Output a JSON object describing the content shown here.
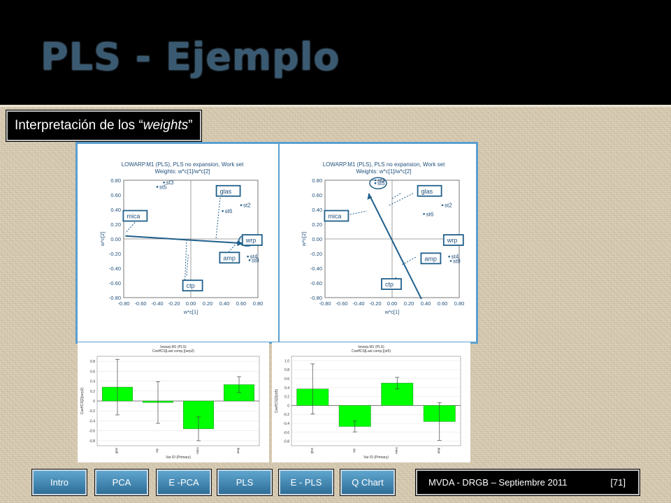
{
  "slide": {
    "title": "PLS - Ejemplo",
    "subtitle_prefix": "Interpretación de los “",
    "subtitle_emphasis": "weights",
    "subtitle_suffix": "”"
  },
  "colors": {
    "title_band": "#000000",
    "title_text": "#3a5a72",
    "nav_button": "#4a90bf",
    "plot_panel_border": "#5b9fd0",
    "plot_arrow": "#1f5f8a",
    "bar_fill": "#00ff00"
  },
  "scores_plots": {
    "left": {
      "title_line1": "LOWARP.M1 (PLS), PLS no expansion, Work set",
      "title_line2": "Weights: w*c[1]/w*c[2]",
      "xlabel": "w*c[1]",
      "ylabel": "w*c[2]",
      "x_ticks": [
        "-0.80",
        "-0.60",
        "-0.40",
        "-0.20",
        "0.00",
        "0.20",
        "0.40",
        "0.60",
        "0.80"
      ],
      "y_ticks": [
        "0.80",
        "0.60",
        "0.40",
        "0.20",
        "0.00",
        "-0.20",
        "-0.40",
        "-0.60",
        "-0.80"
      ],
      "boxed_labels": [
        "mica",
        "glas",
        "ctp",
        "amp",
        "wrp"
      ],
      "point_labels": [
        "st3",
        "st5",
        "st2",
        "st6",
        "st4",
        "st8"
      ]
    },
    "right": {
      "title_line1": "LOWARP.M1 (PLS), PLS no expansion, Work set",
      "title_line2": "Weights: w*c[1]/w*c[2]",
      "xlabel": "w*c[1]",
      "ylabel": "w*c[2]",
      "x_ticks": [
        "-0.80",
        "-0.60",
        "-0.40",
        "-0.20",
        "0.00",
        "0.20",
        "0.40",
        "0.60",
        "0.80"
      ],
      "y_ticks": [
        "0.80",
        "0.60",
        "0.40",
        "0.20",
        "0.00",
        "-0.20",
        "-0.40",
        "-0.60",
        "-0.80"
      ],
      "boxed_labels": [
        "mica",
        "glas",
        "ctp",
        "amp",
        "wrp"
      ],
      "point_labels": [
        "st3",
        "st5",
        "st2",
        "st6",
        "st4",
        "st8"
      ]
    }
  },
  "chart_data": [
    {
      "type": "bar",
      "title": "lowarp.M1 (PLS)",
      "subtitle": "CoeffCS[Last comp.](wrp2)",
      "xlabel": "Var ID (Primary)",
      "ylabel": "CoeffCS[2](wrp2)",
      "categories": [
        "glas",
        "ctp",
        "mica",
        "amp"
      ],
      "values": [
        0.28,
        -0.03,
        -0.56,
        0.33
      ],
      "errors": [
        0.56,
        0.42,
        0.24,
        0.16
      ],
      "ylim": [
        -0.9,
        0.9
      ],
      "y_ticks": [
        "0.8",
        "0.6",
        "0.4",
        "0.2",
        "0",
        "-0.2",
        "-0.4",
        "-0.6",
        "-0.8"
      ]
    },
    {
      "type": "bar",
      "title": "lowarp.M1 (PLS)",
      "subtitle": "CoeffCS[Last comp.](st5)",
      "xlabel": "Var ID (Primary)",
      "ylabel": "CoeffCS[2](st5)",
      "categories": [
        "glas",
        "ctp",
        "mica",
        "amp"
      ],
      "values": [
        0.37,
        -0.47,
        0.5,
        -0.36
      ],
      "errors": [
        0.56,
        0.12,
        0.13,
        0.42
      ],
      "ylim": [
        -0.9,
        1.1
      ],
      "y_ticks": [
        "1.0",
        "0.8",
        "0.6",
        "0.4",
        "0.2",
        "0",
        "-0.2",
        "-0.4",
        "-0.6",
        "-0.8"
      ]
    }
  ],
  "nav": {
    "intro": "Intro",
    "pca": "PCA",
    "e_pca": "E -PCA",
    "pls": "PLS",
    "e_pls": "E - PLS",
    "q_chart": "Q Chart"
  },
  "footer": {
    "text": "MVDA - DRGB – Septiembre 2011",
    "page": "[71]"
  }
}
